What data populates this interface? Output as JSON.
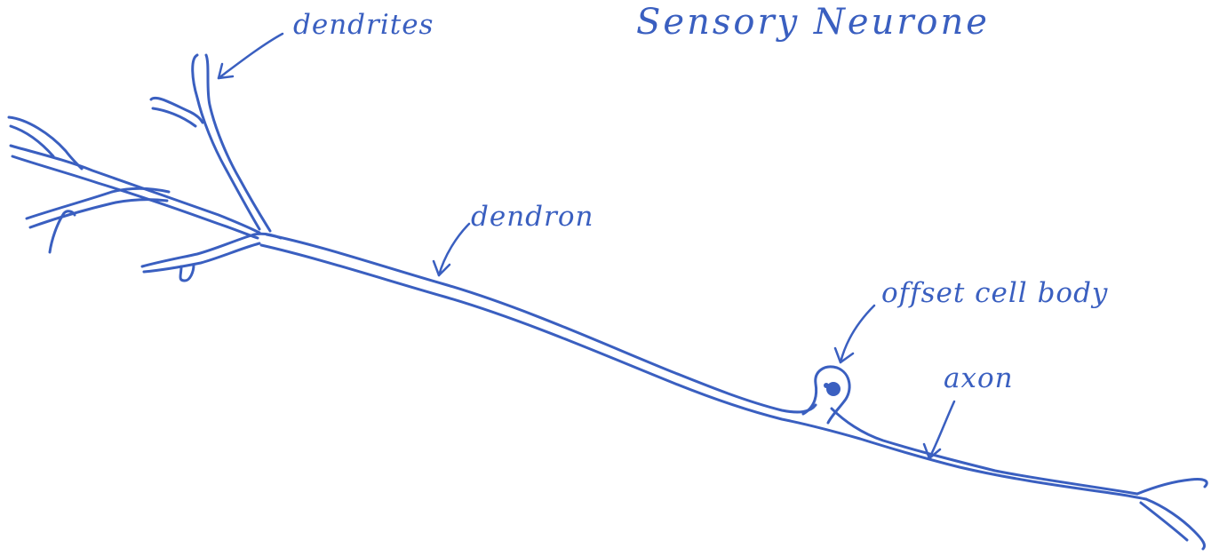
{
  "diagram": {
    "title": "Sensory Neurone",
    "labels": {
      "dendrites": "dendrites",
      "dendron": "dendron",
      "cell_body": "offset cell body",
      "axon": "axon"
    },
    "ink_color": "#3a5fc0"
  }
}
